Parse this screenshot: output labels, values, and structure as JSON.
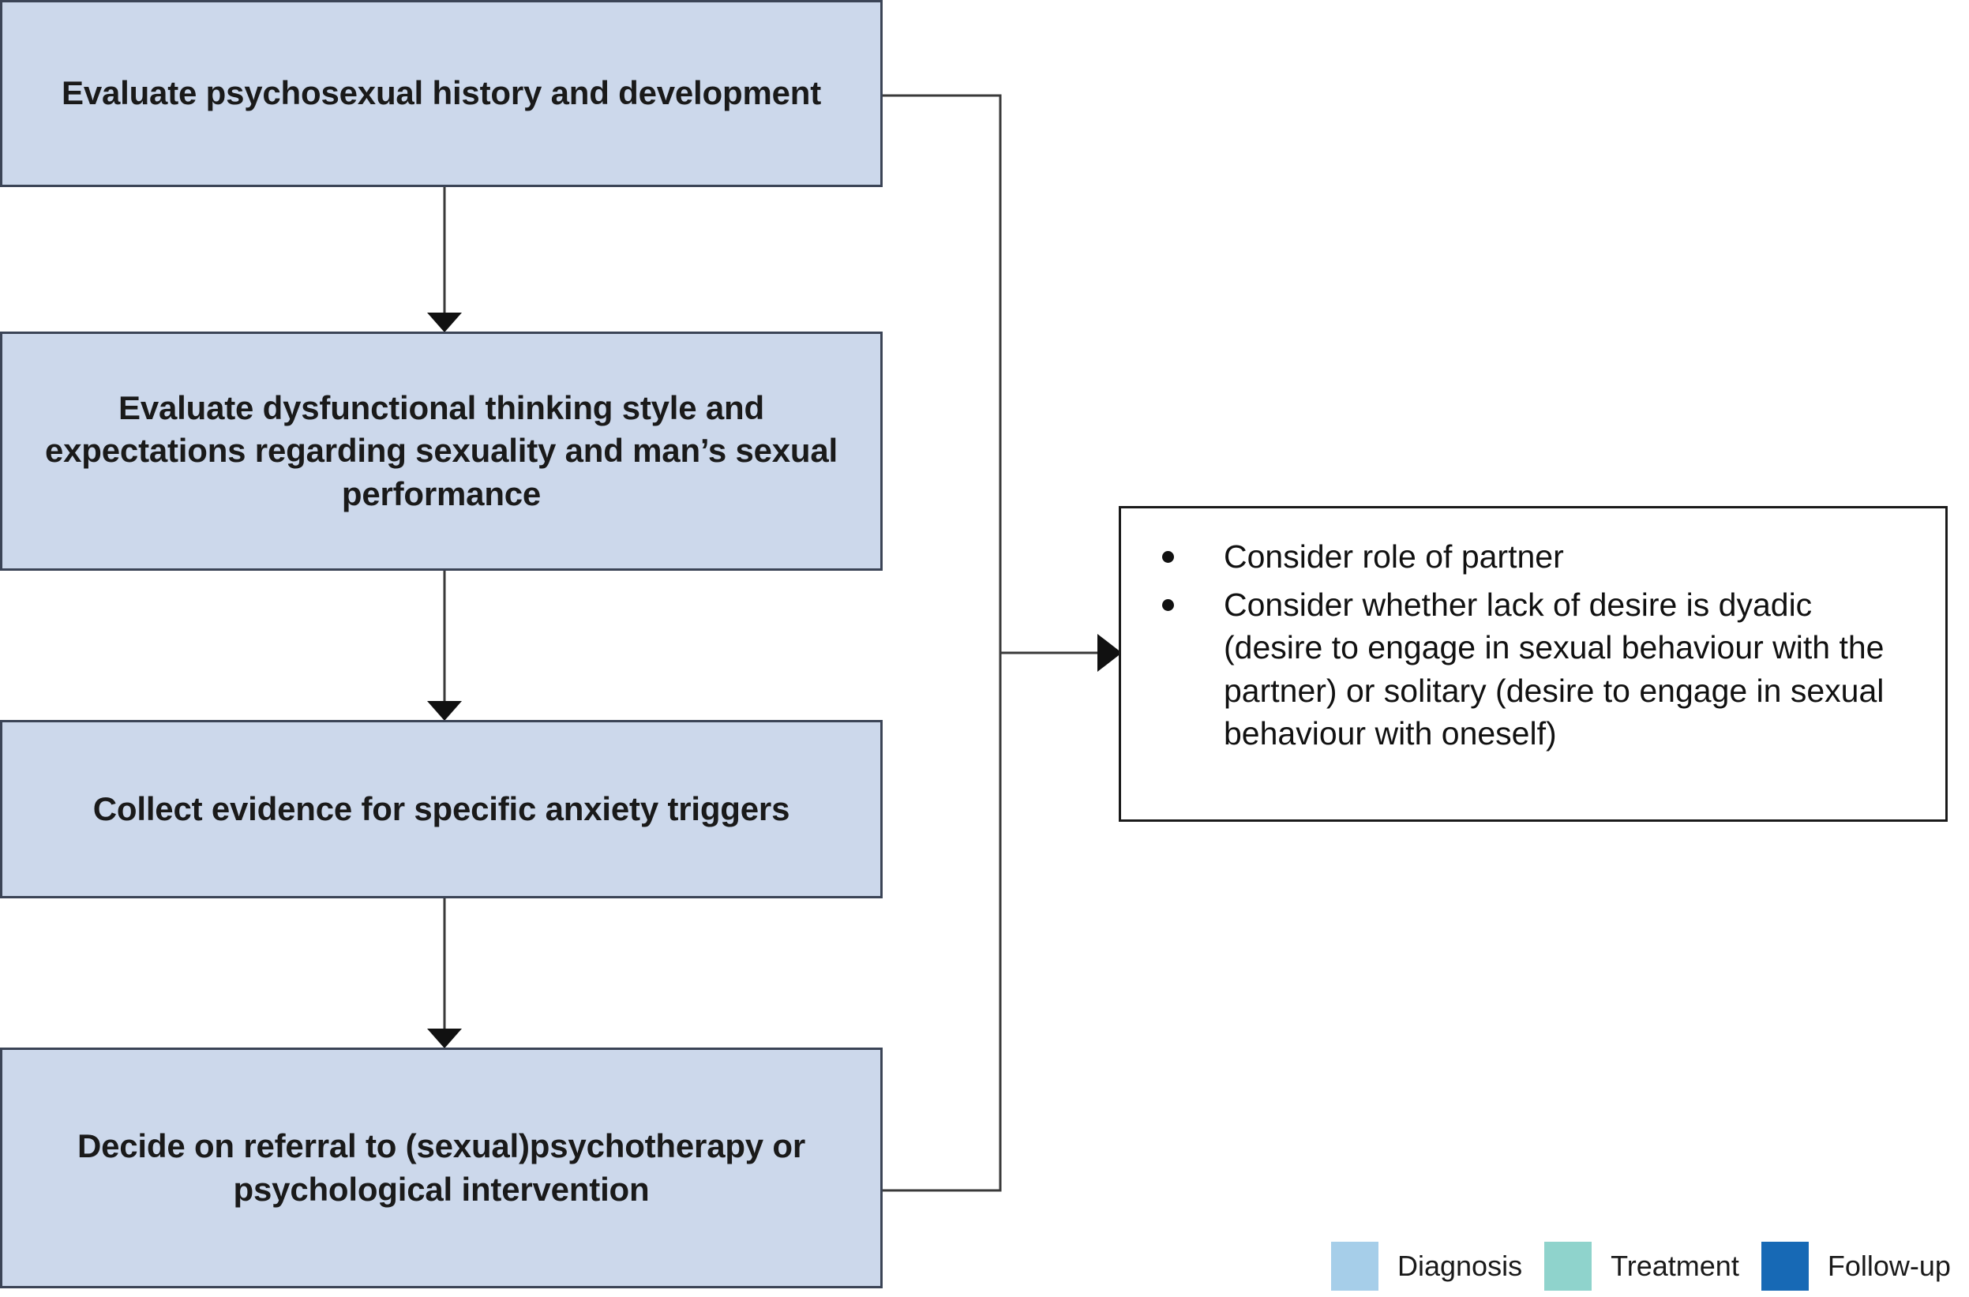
{
  "diagram": {
    "type": "flowchart",
    "title": "",
    "flow_boxes": [
      {
        "id": "evaluate-history",
        "text": "Evaluate psychosexual history and development",
        "category": "Diagnosis",
        "fill": "#ccd8eb"
      },
      {
        "id": "evaluate-thinking",
        "text": "Evaluate dysfunctional thinking style and expectations regarding sexuality and man’s sexual performance",
        "category": "Diagnosis",
        "fill": "#ccd8eb"
      },
      {
        "id": "collect-evidence",
        "text": "Collect evidence for specific anxiety triggers",
        "category": "Diagnosis",
        "fill": "#ccd8eb"
      },
      {
        "id": "decide-referral",
        "text": "Decide on referral to (sexual)psychotherapy or psychological intervention",
        "category": "Diagnosis",
        "fill": "#ccd8eb"
      }
    ],
    "note_box": {
      "id": "side-note",
      "bullets": [
        "Consider role of partner",
        "Consider whether lack of desire is dyadic (desire to engage in sexual behaviour with the partner) or solitary (desire to engage in sexual behaviour with oneself)"
      ]
    },
    "legend": {
      "items": [
        {
          "label": "Diagnosis",
          "color": "#a6cee9"
        },
        {
          "label": "Treatment",
          "color": "#8fd3cc"
        },
        {
          "label": "Follow-up",
          "color": "#1769b5"
        }
      ]
    },
    "connectors": [
      {
        "from": "evaluate-history",
        "to": "evaluate-thinking",
        "style": "arrow-down"
      },
      {
        "from": "evaluate-thinking",
        "to": "collect-evidence",
        "style": "arrow-down"
      },
      {
        "from": "collect-evidence",
        "to": "decide-referral",
        "style": "arrow-down"
      },
      {
        "from": "evaluate-history",
        "to": "side-note",
        "style": "elbow-right-arrow"
      },
      {
        "from": "decide-referral",
        "to": "side-note",
        "style": "elbow-right-arrow"
      }
    ]
  }
}
